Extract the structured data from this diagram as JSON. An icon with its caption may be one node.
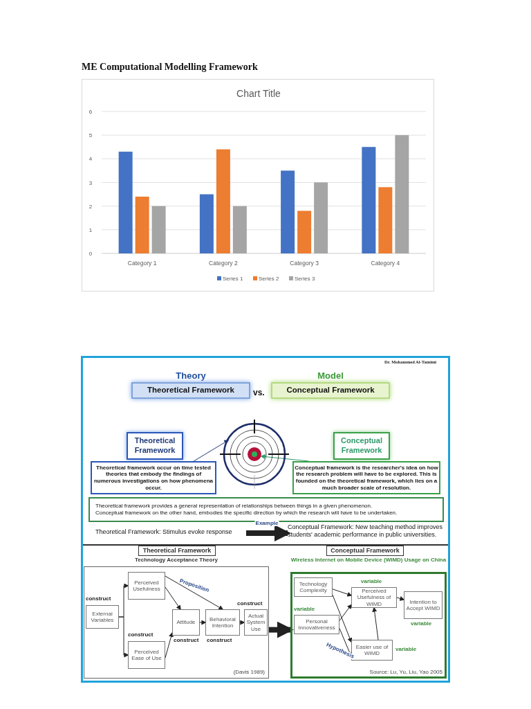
{
  "diagram": {
    "title": "ME Computational Modelling Framework",
    "nodes": [
      {
        "text": [
          "Theory",
          "Theoretical Framework"
        ]
      },
      {
        "text": [
          "Model",
          "Conceptual Framework"
        ]
      },
      {
        "text": [],
        "shape": "circle"
      },
      {
        "text": [
          "Theoretical Framework"
        ]
      },
      {
        "text": [
          "Theoretical framework occur on time tested theories that embody the findings of numerous investigations on how phenomena occur."
        ]
      },
      {
        "text": [
          "Conceptual Framework"
        ]
      },
      {
        "text": [
          "Conceptual framework is the researcher's idea on how the research problem will have to be explored. This is founded on the theoretical framework, which lies on a much broader scale of resolution."
        ]
      },
      {
        "text": [
          "Theoretical framework provides a general representation of relationships between things in a given phenomenon.",
          "Conceptual framework on the other hand, embodies the specific direction by which the research will have to be undertaken."
        ]
      },
      {
        "text": [
          "Theoretical Framework: Stimulus evoke response"
        ]
      },
      {
        "text": [
          "Conceptual Framework: New teaching method improves students' academic performance in public universities."
        ]
      },
      {
        "text": [
          "Theoretical Framework"
        ]
      },
      {
        "text": [
          "Conceptual Framework"
        ]
      },
      {
        "text": [
          "Technology Acceptance Theory",
          "(Davis 1989)"
        ]
      },
      {
        "text": [
          "External Variables"
        ],
        "in": 12,
        "beside": [
          "construct"
        ]
      },
      {
        "text": [
          "Perceived Usefulness"
        ],
        "in": 12
      },
      {
        "text": [
          "Perceived Ease of Use"
        ],
        "in": 12,
        "beside": [
          "construct"
        ]
      },
      {
        "text": [
          "Attitude"
        ],
        "in": 12,
        "beside": [
          "construct"
        ]
      },
      {
        "text": [
          "Behavioral Intention"
        ],
        "in": 12,
        "beside": [
          "construct"
        ]
      },
      {
        "text": [
          "Actual System Use"
        ],
        "in": 12,
        "beside": [
          "construct"
        ]
      },
      {
        "text": [
          "Wireless Internet on Mobile Device (WIMD) Usage on China",
          "Source: Lu, Yu, Liu, Yao 2005"
        ]
      },
      {
        "text": [
          "Technology Complexity"
        ],
        "in": 19
      },
      {
        "text": [
          "Personal Innovativeness"
        ],
        "in": 19,
        "beside": [
          "variable"
        ]
      },
      {
        "text": [
          "Perceived Usefulness of WIMD"
        ],
        "in": 19,
        "beside": [
          "variable"
        ]
      },
      {
        "text": [
          "Intention to Accept WIMD"
        ],
        "in": 19,
        "beside": [
          "variable"
        ]
      },
      {
        "text": [
          "Easier use of WIMD"
        ],
        "in": 19,
        "beside": [
          "variable"
        ]
      }
    ],
    "edges": [
      {
        "from": 4,
        "to": 2,
        "arrow": "to",
        "color": "#1f3a7a"
      },
      {
        "from": 6,
        "to": 2,
        "arrow": "to",
        "color": "#2e9a6a"
      },
      {
        "from": 8,
        "to": 9,
        "arrow": "to",
        "label": "Example",
        "style": "thick"
      },
      {
        "from": 13,
        "to": 14,
        "arrow": "to"
      },
      {
        "from": 13,
        "to": 15,
        "arrow": "to"
      },
      {
        "from": 14,
        "to": 16,
        "arrow": "to"
      },
      {
        "from": 15,
        "to": 16,
        "arrow": "to"
      },
      {
        "from": 14,
        "to": 17,
        "arrow": "to",
        "label": "Proposition"
      },
      {
        "from": 16,
        "to": 17,
        "arrow": "to"
      },
      {
        "from": 17,
        "to": 18,
        "arrow": "to"
      },
      {
        "from": 12,
        "to": 19,
        "arrow": "to",
        "style": "thick"
      },
      {
        "from": 20,
        "to": 22,
        "arrow": "to"
      },
      {
        "from": 20,
        "to": 24,
        "arrow": "to"
      },
      {
        "from": 21,
        "to": 22,
        "arrow": "to"
      },
      {
        "from": 21,
        "to": 24,
        "arrow": "to",
        "label": "Hypothesis"
      },
      {
        "from": 24,
        "to": 22,
        "arrow": "to"
      },
      {
        "from": 22,
        "to": 23,
        "arrow": "to"
      }
    ],
    "labels": [
      "Dr. Mohammed Al-Tamimi",
      "vs."
    ],
    "chart_data": {
      "type": "bar",
      "title": "Chart Title",
      "categories": [
        "Category 1",
        "Category 2",
        "Category 3",
        "Category 4"
      ],
      "series": [
        {
          "name": "Series 1",
          "color": "#4472c4",
          "values": [
            4.3,
            2.5,
            3.5,
            4.5
          ]
        },
        {
          "name": "Series 2",
          "color": "#ed7d31",
          "values": [
            2.4,
            4.4,
            1.8,
            2.8
          ]
        },
        {
          "name": "Series 3",
          "color": "#a5a5a5",
          "values": [
            2,
            2,
            3,
            5
          ]
        }
      ],
      "ylim": [
        0,
        6
      ],
      "yticks": [
        0,
        1,
        2,
        3,
        4,
        5,
        6
      ],
      "grid": true,
      "legend": "bottom"
    }
  }
}
